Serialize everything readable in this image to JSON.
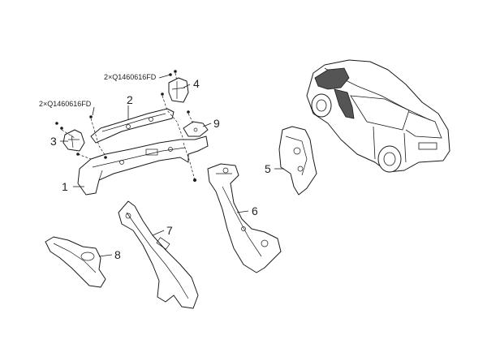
{
  "callouts": [
    {
      "id": "1",
      "text": "1"
    },
    {
      "id": "2",
      "text": "2"
    },
    {
      "id": "3",
      "text": "3"
    },
    {
      "id": "4",
      "text": "4"
    },
    {
      "id": "5",
      "text": "5"
    },
    {
      "id": "6",
      "text": "6"
    },
    {
      "id": "7",
      "text": "7"
    },
    {
      "id": "8",
      "text": "8"
    },
    {
      "id": "9",
      "text": "9"
    }
  ],
  "bolt_labels": {
    "left": "2×Q1460616FD",
    "right": "2×Q1460616FD"
  }
}
